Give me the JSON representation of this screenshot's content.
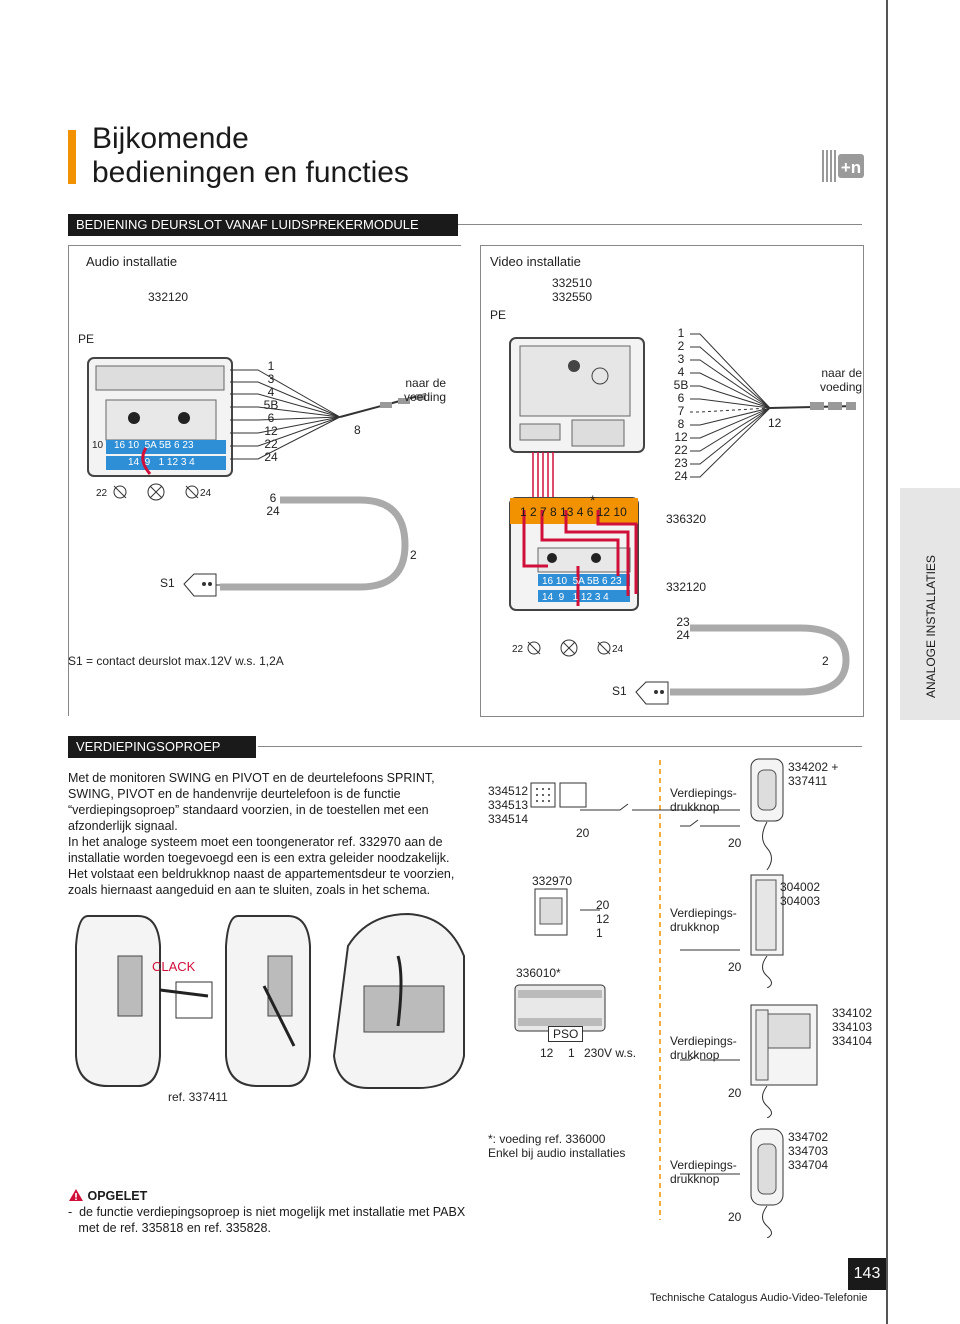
{
  "page": {
    "title_line1": "Bijkomende",
    "title_line2": "bedieningen en functies",
    "side_tab": "ANALOGE INSTALLATIES",
    "page_number": "143",
    "footer": "Technische Catalogus Audio-Video-Telefonie"
  },
  "section1": {
    "header": "BEDIENING DEURSLOT VANAF LUIDSPREKERMODULE",
    "audio": {
      "title": "Audio installatie",
      "ref": "332120",
      "pe": "PE",
      "terminals_top": [
        "10",
        "16",
        "10",
        "5A",
        "5B",
        "6",
        "23"
      ],
      "terminals_bottom": [
        "14",
        "9",
        "1",
        "12",
        "3",
        "4"
      ],
      "wires": [
        "1",
        "3",
        "4",
        "5B",
        "6",
        "12",
        "22",
        "24"
      ],
      "bundle": "8",
      "supply": "naar de\nvoeding",
      "lock_terms": [
        "22",
        "24"
      ],
      "lock_wires": [
        "6",
        "24"
      ],
      "cable": "2",
      "switch": "S1",
      "note": "S1 = contact deurslot max.12V w.s. 1,2A"
    },
    "video": {
      "title": "Video installatie",
      "ref1": "332510",
      "ref2": "332550",
      "pe": "PE",
      "wires": [
        "1",
        "2",
        "3",
        "4",
        "5B",
        "6",
        "7",
        "8",
        "12",
        "22",
        "23",
        "24"
      ],
      "bundle": "12",
      "supply": "naar de\nvoeding",
      "strip": "1 2 7 8 13 4 6 12 10",
      "star": "*",
      "ref_board": "336320",
      "ref_module": "332120",
      "terminals_top": [
        "16",
        "10",
        "5A",
        "5B",
        "6",
        "23"
      ],
      "terminals_bottom": [
        "14",
        "9",
        "1",
        "12",
        "3",
        "4"
      ],
      "lock_terms": [
        "22",
        "24"
      ],
      "lock_wires": [
        "23",
        "24"
      ],
      "cable": "2",
      "switch": "S1"
    }
  },
  "section2": {
    "header": "VERDIEPINGSOPROEP",
    "paragraph": "Met de monitoren SWING en PIVOT en de deurtelefoons SPRINT, SWING, PIVOT en de handenvrije deurtelefoon is de functie “verdiepingsoproep” standaard voorzien, in de toestellen met een afzonderlijk signaal.\nIn het analoge systeem moet een toongenerator ref. 332970 aan de installatie worden toegevoegd een is een extra geleider noodzakelijk. Het volstaat een beldrukknop naast de appartementsdeur te voorzien, zoals hiernaast aangeduid en aan te sluiten, zoals in het schema.",
    "clack": "CLACK",
    "ref_handset": "ref. 337411",
    "plates": "334512\n334513\n334514",
    "wire20": "20",
    "generator": "332970",
    "gen_wires": "20\n12\n1",
    "supply_ref": "336010",
    "pso": "PSO",
    "supply_terms": [
      "12",
      "1"
    ],
    "mains": "230V w.s.",
    "button_label": "Verdiepings-\ndrukknop",
    "devices": [
      {
        "refs": "334202 +\n337411",
        "wire": "20"
      },
      {
        "refs": "304002\n304003",
        "wire": "20"
      },
      {
        "refs": "334102\n334103\n334104",
        "wire": "20"
      },
      {
        "refs": "334702\n334703\n334704",
        "wire": "20"
      }
    ],
    "footnote_star": "*: voeding ref. 336000",
    "footnote_audio": "Enkel bij audio installaties"
  },
  "warning": {
    "title": "OPGELET",
    "text_line1": "-  de functie verdiepingsoproep is niet mogelijk met installatie met PABX",
    "text_line2": "   met de ref. 335818 en ref. 335828."
  },
  "colors": {
    "accent": "#f29200",
    "wire_red": "#d0103a",
    "terminal_blue": "#2e8fd6",
    "header_black": "#1a1a1a"
  }
}
